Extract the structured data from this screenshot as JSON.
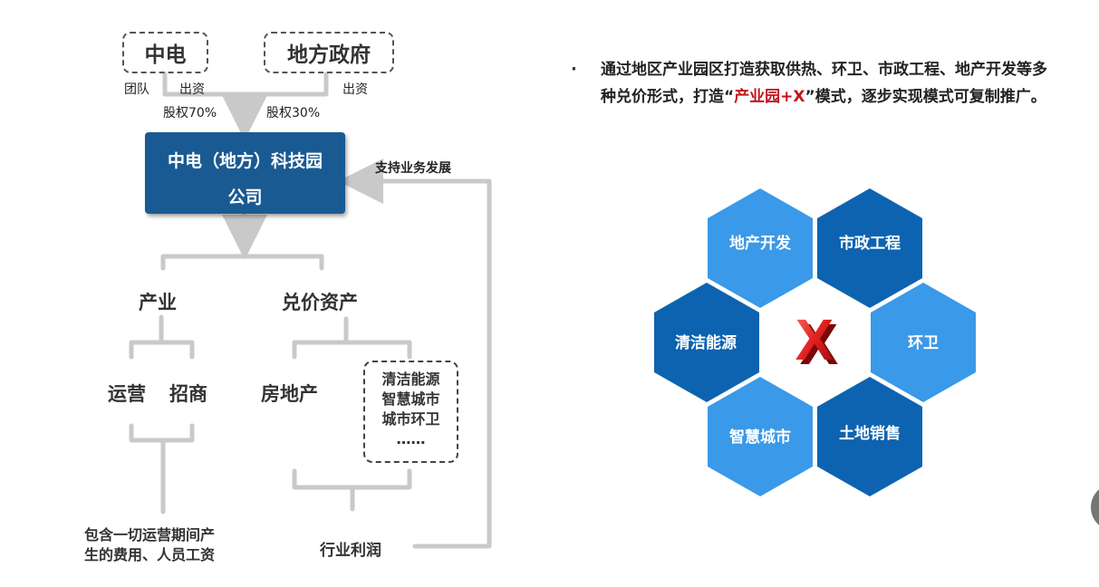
{
  "org": {
    "party1": "中电",
    "party2": "地方政府",
    "team_label": "团队",
    "fund1_label": "出资",
    "fund2_label": "出资",
    "share1": "股权70%",
    "share2": "股权30%",
    "company_line1": "中电（地方）科技园",
    "company_line2": "公司",
    "support_label": "支持业务发展"
  },
  "categories": {
    "industry": "产业",
    "assets": "兑价资产",
    "ops": "运营",
    "invest": "招商",
    "realestate": "房地产",
    "other_items": [
      "清洁能源",
      "智慧城市",
      "城市环卫",
      "……"
    ],
    "costs_line1": "包含一切运营期间产",
    "costs_line2": "生的费用、人员工资",
    "profit": "行业利润"
  },
  "bullet": {
    "marker": "·",
    "text_a": "通过地区产业园区打造获取供热、环卫、市政工程、地产开发等多种兑价形式，打造“",
    "highlight": "产业园+X",
    "text_b": "”模式，逐步实现模式可复制推广。"
  },
  "hexagons": {
    "top_left": "地产开发",
    "top_right": "市政工程",
    "mid_left": "清洁能源",
    "mid_right": "环卫",
    "bot_left": "智慧城市",
    "bot_right": "土地销售",
    "center": "X"
  },
  "colors": {
    "dark_blue": "#0d63b0",
    "light_blue": "#3a99e8",
    "company_blue": "#1a5a93",
    "accent_red": "#c0151f",
    "connector": "#c9c9c9"
  }
}
